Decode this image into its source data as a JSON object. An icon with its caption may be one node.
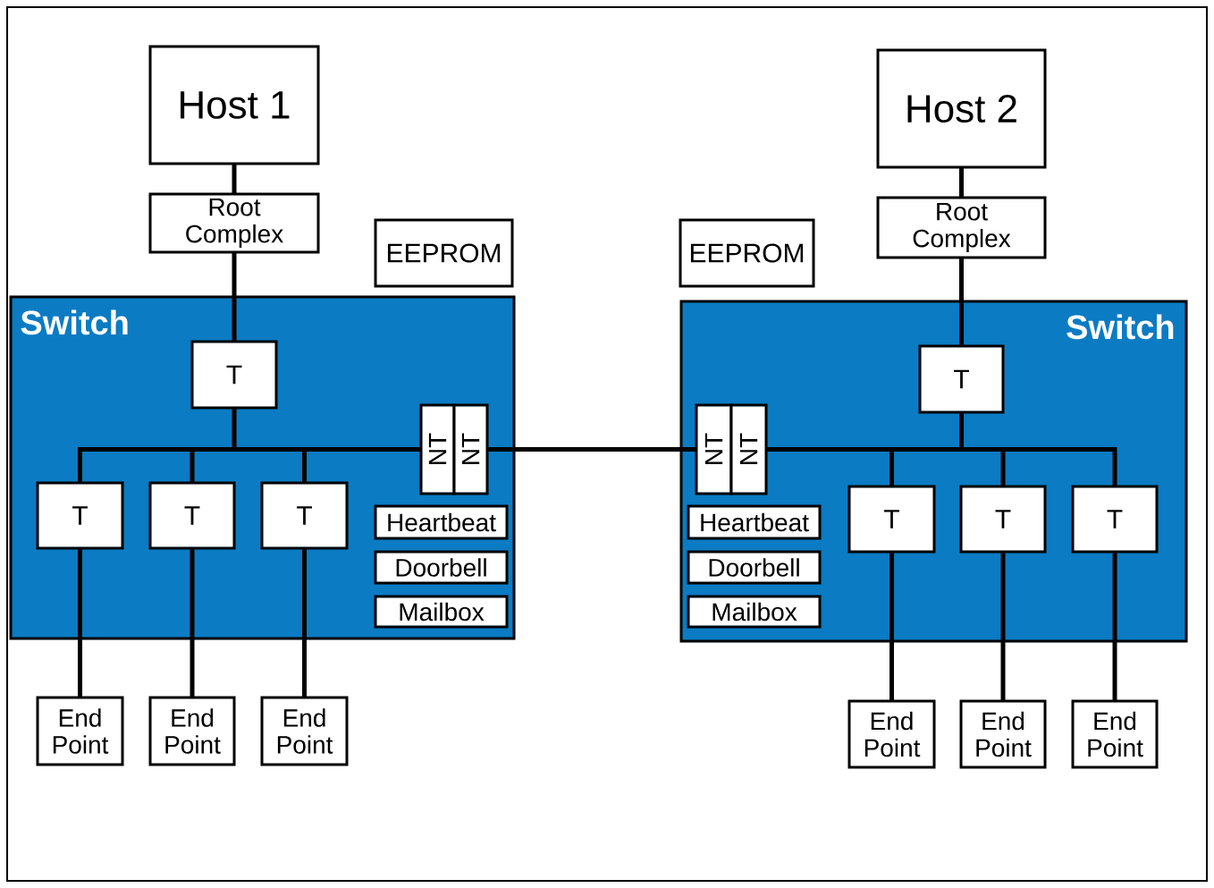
{
  "diagram": {
    "nodes": [
      {
        "text": [
          "Host 1"
        ]
      },
      {
        "text": [
          "Root Complex"
        ]
      },
      {
        "text": [
          "EEPROM"
        ]
      },
      {
        "text": [
          "Switch"
        ]
      },
      {
        "text": [
          "T"
        ],
        "in": 3
      },
      {
        "text": [
          "T"
        ],
        "in": 3
      },
      {
        "text": [
          "T"
        ],
        "in": 3
      },
      {
        "text": [
          "T"
        ],
        "in": 3
      },
      {
        "text": [
          "NT"
        ],
        "in": 3
      },
      {
        "text": [
          "NT"
        ],
        "in": 3
      },
      {
        "text": [
          "Heartbeat"
        ],
        "in": 3
      },
      {
        "text": [
          "Doorbell"
        ],
        "in": 3
      },
      {
        "text": [
          "Mailbox"
        ],
        "in": 3
      },
      {
        "text": [
          "End Point"
        ]
      },
      {
        "text": [
          "End Point"
        ]
      },
      {
        "text": [
          "End Point"
        ]
      },
      {
        "text": [
          "Host 2"
        ]
      },
      {
        "text": [
          "Root Complex"
        ]
      },
      {
        "text": [
          "EEPROM"
        ]
      },
      {
        "text": [
          "Switch"
        ]
      },
      {
        "text": [
          "T"
        ],
        "in": 19
      },
      {
        "text": [
          "NT"
        ],
        "in": 19
      },
      {
        "text": [
          "NT"
        ],
        "in": 19
      },
      {
        "text": [
          "Heartbeat"
        ],
        "in": 19
      },
      {
        "text": [
          "Doorbell"
        ],
        "in": 19
      },
      {
        "text": [
          "Mailbox"
        ],
        "in": 19
      },
      {
        "text": [
          "T"
        ],
        "in": 19
      },
      {
        "text": [
          "T"
        ],
        "in": 19
      },
      {
        "text": [
          "T"
        ],
        "in": 19
      },
      {
        "text": [
          "End Point"
        ]
      },
      {
        "text": [
          "End Point"
        ]
      },
      {
        "text": [
          "End Point"
        ]
      }
    ],
    "edges": [
      {
        "from": 0,
        "to": 1,
        "arrow": "none"
      },
      {
        "from": 1,
        "to": 4,
        "arrow": "none"
      },
      {
        "from": 4,
        "to": 5,
        "arrow": "none"
      },
      {
        "from": 4,
        "to": 6,
        "arrow": "none"
      },
      {
        "from": 4,
        "to": 7,
        "arrow": "none"
      },
      {
        "from": 4,
        "to": 8,
        "arrow": "none"
      },
      {
        "from": 5,
        "to": 13,
        "arrow": "none"
      },
      {
        "from": 6,
        "to": 14,
        "arrow": "none"
      },
      {
        "from": 7,
        "to": 15,
        "arrow": "none"
      },
      {
        "from": 9,
        "to": 21,
        "arrow": "none"
      },
      {
        "from": 16,
        "to": 17,
        "arrow": "none"
      },
      {
        "from": 17,
        "to": 20,
        "arrow": "none"
      },
      {
        "from": 20,
        "to": 22,
        "arrow": "none"
      },
      {
        "from": 20,
        "to": 26,
        "arrow": "none"
      },
      {
        "from": 20,
        "to": 27,
        "arrow": "none"
      },
      {
        "from": 20,
        "to": 28,
        "arrow": "none"
      },
      {
        "from": 26,
        "to": 29,
        "arrow": "none"
      },
      {
        "from": 27,
        "to": 30,
        "arrow": "none"
      },
      {
        "from": 28,
        "to": 31,
        "arrow": "none"
      }
    ]
  }
}
